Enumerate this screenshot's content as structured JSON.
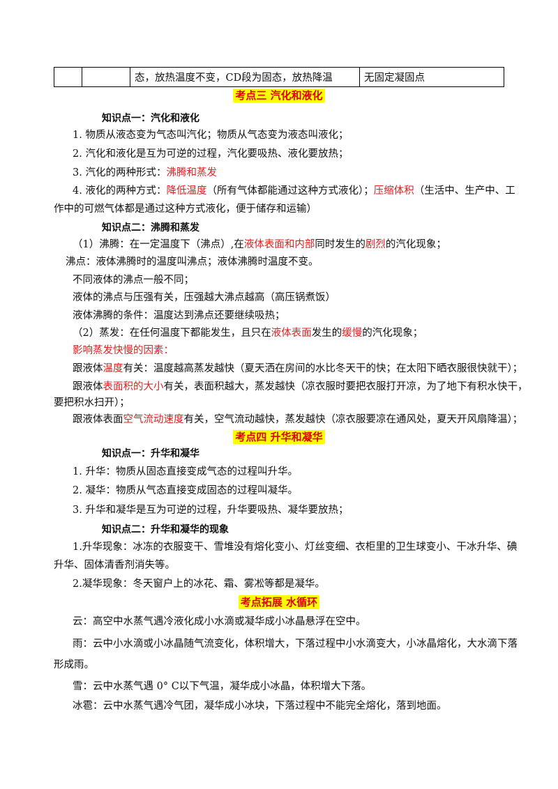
{
  "table_row": {
    "c3": "态，放热温度不变，CD段为固态，放热降温",
    "c4": "无固定凝固点"
  },
  "section3": {
    "title": "考点三  汽化和液化",
    "k1_title": "知识点一：汽化和液化",
    "l1": "1. 物质从液态变为气态叫汽化；物质从气态变为液态叫液化；",
    "l2": "2. 汽化和液化是互为可逆的过程，汽化要吸热、液化要放热；",
    "l3a": "3. 汽化的两种形式：",
    "l3b": "沸腾和蒸发",
    "l4a": "4. 液化的两种方式：",
    "l4b": "降低温度",
    "l4c": "（所有气体都能通过这种方式液化）；",
    "l4d": "压缩体积",
    "l4e": "（生活中、生产中、工",
    "l4f": "作中的可燃气体都是通过这种方式液化，便于储存和运输）",
    "k2_title": "知识点二：沸腾和蒸发",
    "b1a": "（1）沸腾：在一定温度下（沸点）,在",
    "b1b": "液体表面和内部",
    "b1c": "同时发生的",
    "b1d": "剧烈",
    "b1e": "的汽化现象；",
    "b2": "沸点：液体沸腾时的温度叫沸点；液体沸腾时温度不变。",
    "b3": "不同液体的沸点一般不同；",
    "b4": "液体的沸点与压强有关，压强越大沸点越高（高压锅煮饭）",
    "b5": "液体沸腾的条件：温度达到沸点还要继续吸热；",
    "e1a": "（2）蒸发：在任何温度下都能发生，且只在",
    "e1b": "液体表面",
    "e1c": "发生的",
    "e1d": "缓慢",
    "e1e": "的汽化现象；",
    "e2": "影响蒸发快慢的因素：",
    "e3a": "跟液体",
    "e3b": "温度",
    "e3c": "有关：温度越高蒸发越快（夏天洒在房间的水比冬天干的快；在太阳下晒衣服很快就干）；",
    "e4a": "跟液体",
    "e4b": "表面积的大小",
    "e4c": "有关，表面积越大，蒸发越快（凉衣服时要把衣服打开凉，为了地下有积水快干，",
    "e4d": "要把积水扫开）；",
    "e5a": "跟液体表面",
    "e5b": "空气流动速度",
    "e5c": "有关，空气流动越快，蒸发越快（凉衣服要凉在通风处，夏天开风扇降温）；"
  },
  "section4": {
    "title": "考点四  升华和凝华",
    "k1_title": "知识点一：升华和凝华",
    "l1": "1. 升华：物质从固态直接变成气态的过程叫升华。",
    "l2": "2. 凝华：物质从气态直接变成固态的过程叫凝华。",
    "l3": "3. 升华和凝华是互为可逆的过程，升华要吸热、凝华要放热；",
    "k2_title": "知识点二：升华和凝华的现象",
    "p1": "1.升华现象：冰冻的衣服变干、雪堆没有熔化变小、灯丝变细、衣柜里的卫生球变小、干冰升华、碘",
    "p1b": "升华、固体清香剂消失等。",
    "p2": "2.凝华现象：冬天窗户上的冰花、霜、雾凇等都是凝华。"
  },
  "section5": {
    "title": "考点拓展  水循环",
    "c1": "云：高空中水蒸气遇冷液化成小水滴或凝华成小冰晶悬浮在空中。",
    "c2a": "雨：云中小水滴或小冰晶随气流变化，体积增大，下落过程中小水滴变大，小冰晶熔化，大水滴下落",
    "c2b": "形成雨。",
    "c3": "雪：云中水蒸气遇 0° C以下气温，凝华成小冰晶，体积增大下落。",
    "c4": "冰雹：云中水蒸气遇冷气团，凝华成小冰块，下落过程中不能完全熔化，落到地面。"
  }
}
